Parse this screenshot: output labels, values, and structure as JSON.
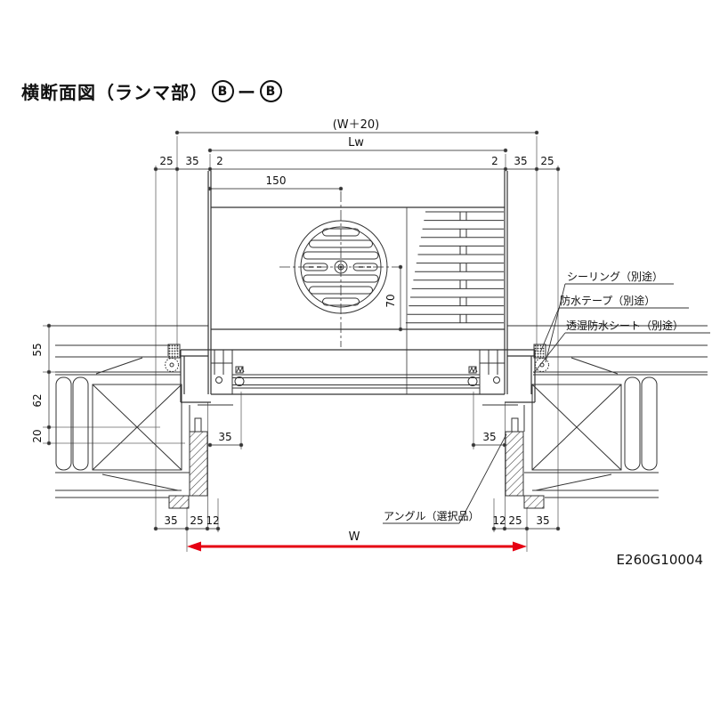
{
  "title": {
    "main": "横断面図（ランマ部）",
    "section_mark_left": "B",
    "dash": "ー",
    "section_mark_right": "B"
  },
  "drawing_number": "E260G10004",
  "dimensions": {
    "top_width_plus": "(W＋20)",
    "top_lw": "Lw",
    "top_left": [
      "25",
      "35",
      "2"
    ],
    "top_right": [
      "2",
      "35",
      "25"
    ],
    "vent_offset_x": "150",
    "vent_offset_y": "70",
    "left_vertical": [
      "55",
      "62",
      "20"
    ],
    "inner_left": "35",
    "inner_right": "35",
    "bottom_left": [
      "35",
      "25",
      "12"
    ],
    "bottom_right": [
      "12",
      "25",
      "35"
    ],
    "overall_width": "W"
  },
  "callouts": {
    "sealing": "シーリング（別途）",
    "waterproof_tape": "防水テープ（別途）",
    "breathable_sheet": "透湿防水シート（別途）",
    "angle": "アングル（選択品）"
  },
  "colors": {
    "line": "#333333",
    "dim_line": "#555555",
    "text": "#111111",
    "width_arrow_red": "#e60012"
  }
}
